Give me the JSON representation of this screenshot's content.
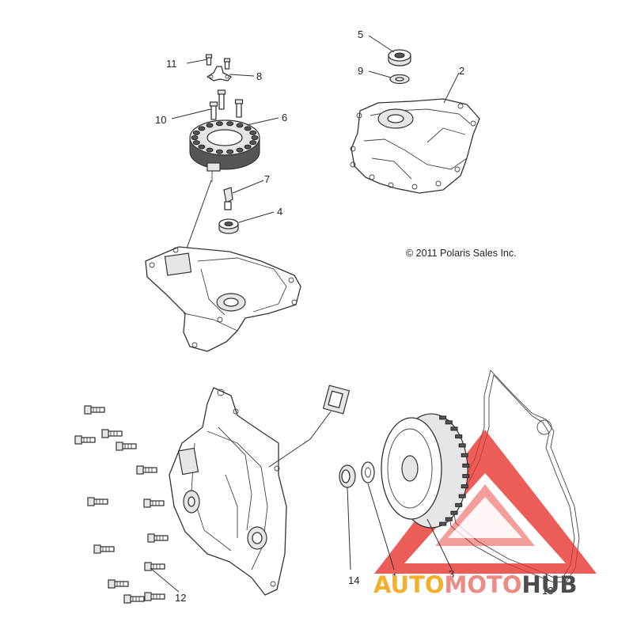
{
  "copyright": "© 2011 Polaris Sales Inc.",
  "watermark": {
    "part1": "AUTO",
    "part2": "MOTO",
    "part3": "HUB",
    "colors": {
      "auto": "#f4b02c",
      "moto": "#ec8b84",
      "hub": "#4c4c4c",
      "triangle": "#e8352e"
    }
  },
  "callouts": [
    {
      "id": "c1",
      "label": "1"
    },
    {
      "id": "c2",
      "label": "2"
    },
    {
      "id": "c3",
      "label": "3"
    },
    {
      "id": "c4",
      "label": "4"
    },
    {
      "id": "c5",
      "label": "5"
    },
    {
      "id": "c6",
      "label": "6"
    },
    {
      "id": "c7",
      "label": "7"
    },
    {
      "id": "c8",
      "label": "8"
    },
    {
      "id": "c9",
      "label": "9"
    },
    {
      "id": "c10",
      "label": "10"
    },
    {
      "id": "c11",
      "label": "11"
    },
    {
      "id": "c12",
      "label": "12"
    },
    {
      "id": "c13",
      "label": "13"
    },
    {
      "id": "c14",
      "label": "14"
    }
  ]
}
